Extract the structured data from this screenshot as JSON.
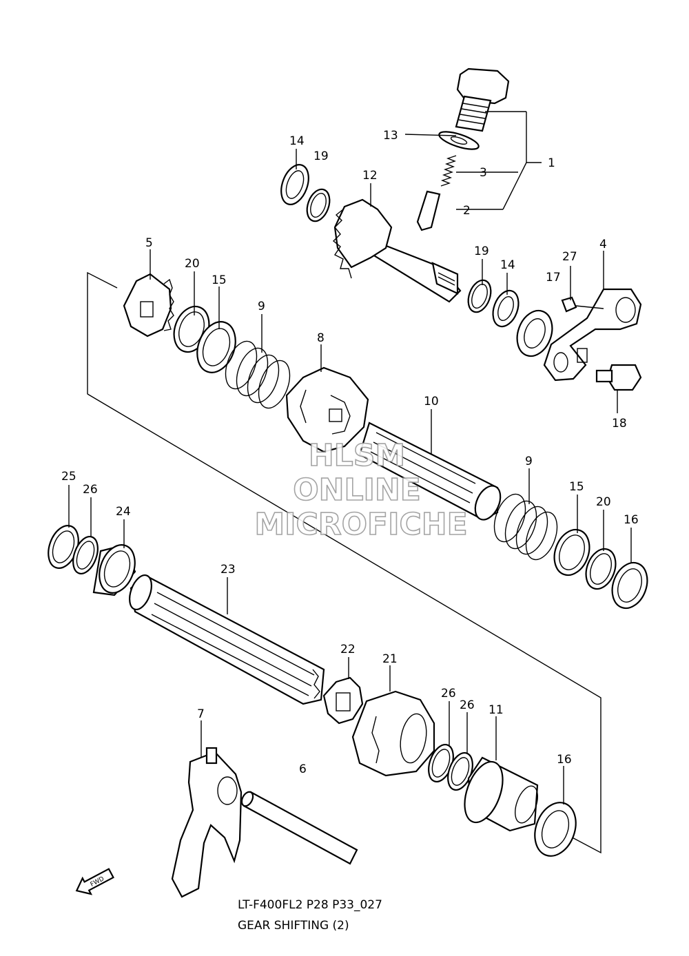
{
  "watermark": {
    "line1": "HLSM",
    "line2": "ONLINE",
    "line3": "MICROFICHE"
  },
  "fwd_label": "FWD",
  "reference_code": "LT-F400FL2 P28 P33_027",
  "caption": "GEAR SHIFTING (2)",
  "callouts": {
    "c1": "1",
    "c2": "2",
    "c3": "3",
    "c4": "4",
    "c5": "5",
    "c6": "6",
    "c7": "7",
    "c8": "8",
    "c9a": "9",
    "c9b": "9",
    "c10": "10",
    "c11": "11",
    "c12": "12",
    "c13": "13",
    "c14a": "14",
    "c14b": "14",
    "c15a": "15",
    "c15b": "15",
    "c16a": "16",
    "c16b": "16",
    "c17": "17",
    "c18": "18",
    "c19a": "19",
    "c19b": "19",
    "c20a": "20",
    "c20b": "20",
    "c21": "21",
    "c22": "22",
    "c23": "23",
    "c24": "24",
    "c25": "25",
    "c26a": "26",
    "c26b": "26",
    "c26c": "26",
    "c27": "27"
  }
}
